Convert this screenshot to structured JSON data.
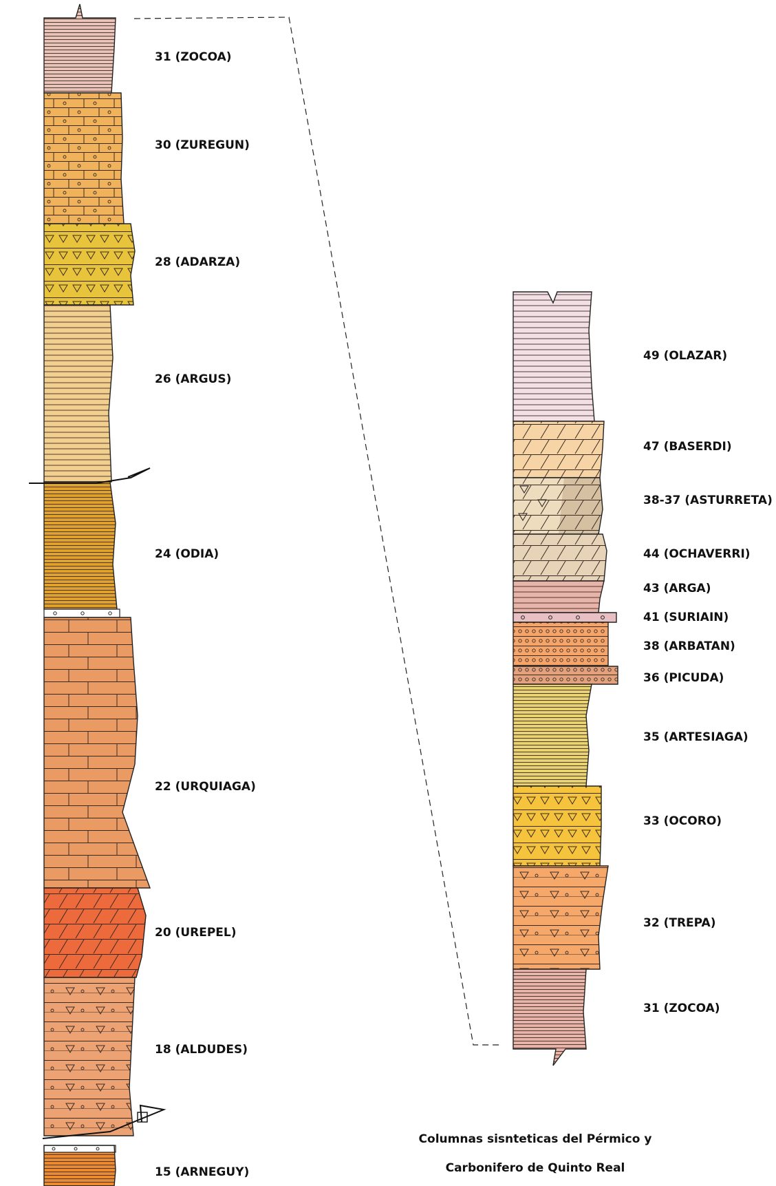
{
  "colors": {
    "zocoa": "#e9c3b8",
    "zuregun": "#f0b25a",
    "adarza": "#e8c43c",
    "argus": "#f2cf8e",
    "odia": "#e0a22c",
    "urquiaga": "#ea9a63",
    "urepel": "#ec6a3c",
    "aldudes": "#eda273",
    "arneguy": "#ec8a30",
    "olazar": "#f3e0e6",
    "baserdi": "#f6d4a5",
    "asturreta": "#eedcbe",
    "asturreta_dark": "#d6c0a2",
    "ochaverri": "#e6d3b8",
    "arga": "#e8b4aa",
    "suriain": "#e8c0c4",
    "arbatan": "#f5a56a",
    "picuda": "#e3a27c",
    "artesiaga": "#e8d272",
    "ocoro": "#f5c43c",
    "trepa": "#f6a86a",
    "zocoa_right": "#e8b4aa"
  },
  "left_column": {
    "labels": [
      "31 (ZOCOA)",
      "30 (ZUREGUN)",
      "28 (ADARZA)",
      "26 (ARGUS)",
      "24 (ODIA)",
      "22 (URQUIAGA)",
      "20 (UREPEL)",
      "18 (ALDUDES)",
      "15 (ARNEGUY)"
    ]
  },
  "right_column": {
    "labels": [
      "49 (OLAZAR)",
      "47 (BASERDI)",
      "38-37 (ASTURRETA)",
      "44 (OCHAVERRI)",
      "43 (ARGA)",
      "41 (SURIAIN)",
      "38 (ARBATAN)",
      "36 (PICUDA)",
      "35 (ARTESIAGA)",
      "33 (OCORO)",
      "32 (TREPA)",
      "31 (ZOCOA)"
    ]
  },
  "caption": {
    "line1": "Columnas sisnteticas del Pérmico y",
    "line2": "Carbonifero de Quinto Real"
  }
}
